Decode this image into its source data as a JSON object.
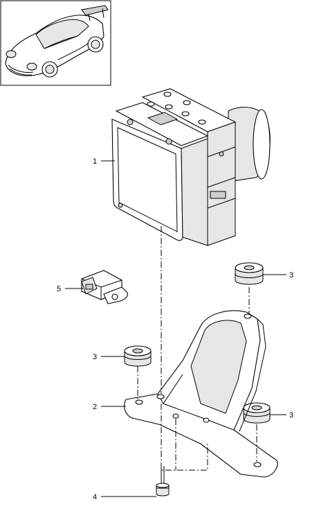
{
  "callouts": [
    {
      "id": "1",
      "label": "1"
    },
    {
      "id": "2",
      "label": "2"
    },
    {
      "id": "3a",
      "label": "3"
    },
    {
      "id": "3b",
      "label": "3"
    },
    {
      "id": "3c",
      "label": "3"
    },
    {
      "id": "4",
      "label": "4"
    },
    {
      "id": "5",
      "label": "5"
    }
  ]
}
